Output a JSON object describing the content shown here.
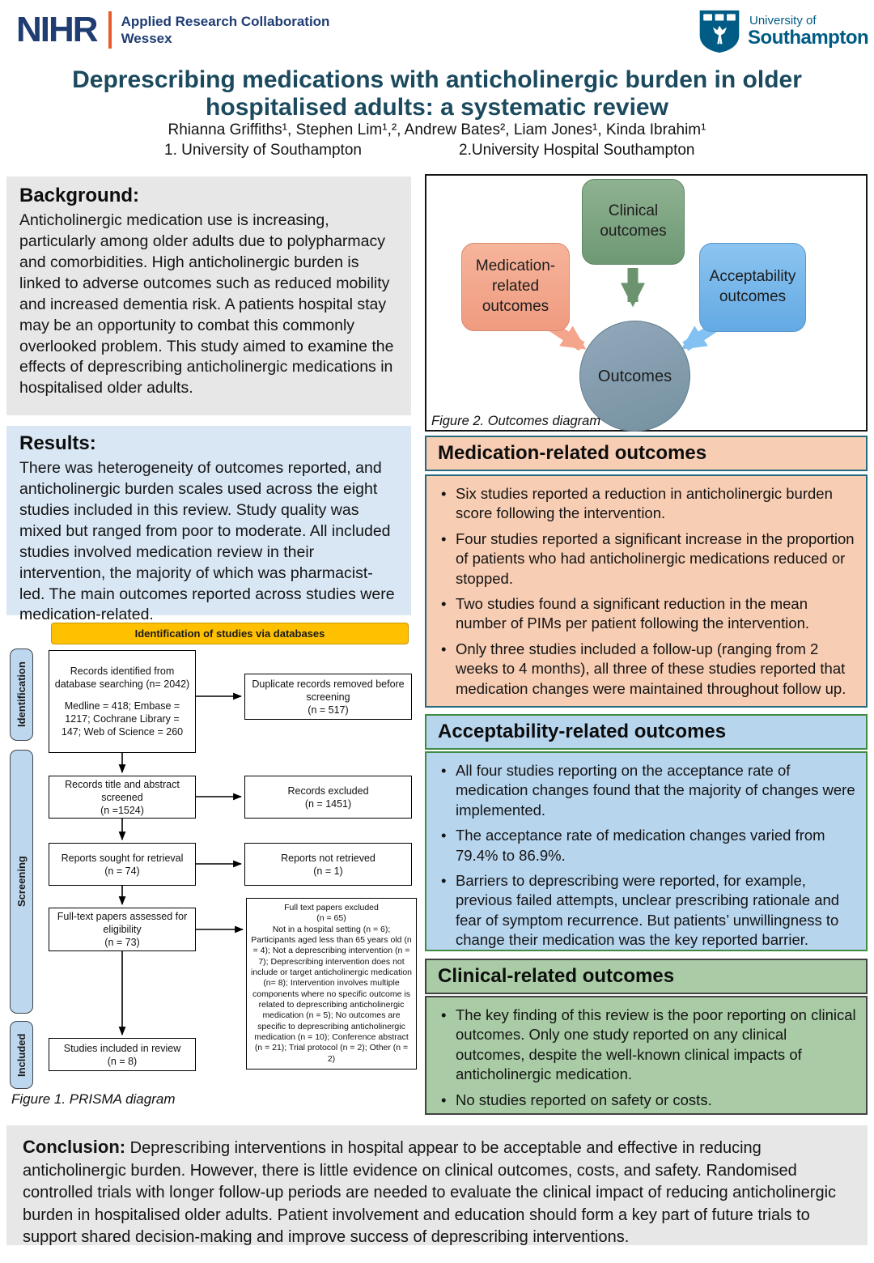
{
  "header": {
    "nihr": {
      "acronym": "NIHR",
      "line1": "Applied Research Collaboration",
      "line2": "Wessex"
    },
    "uos": {
      "line1": "University of",
      "line2": "Southampton"
    }
  },
  "title": {
    "line1": "Deprescribing medications with anticholinergic burden in older",
    "line2": "hospitalised adults: a systematic review"
  },
  "authors_line": "Rhianna Griffiths¹, Stephen Lim¹,², Andrew Bates², Liam Jones¹, Kinda Ibrahim¹",
  "affiliations": {
    "a1": "1. University of Southampton",
    "a2": "2.University Hospital Southampton"
  },
  "background": {
    "title": "Background:",
    "body": "Anticholinergic medication use is increasing, particularly among older adults due to polypharmacy and comorbidities. High anticholinergic burden is linked to adverse outcomes such as reduced mobility and increased dementia risk. A patients hospital stay may be an opportunity to combat this commonly overlooked problem. This study aimed to examine the effects of deprescribing anticholinergic medications in hospitalised older adults."
  },
  "results": {
    "title": "Results:",
    "body": "There was heterogeneity of outcomes reported, and anticholinergic burden scales used across the eight studies included in this review. Study quality was mixed but ranged from poor to moderate. All included studies involved medication review in their intervention, the majority of which was pharmacist-led. The main outcomes reported across studies were medication-related."
  },
  "figure2": {
    "caption": "Figure 2. Outcomes diagram",
    "nodes": {
      "clinical": "Clinical outcomes",
      "medication": "Medication-related outcomes",
      "acceptability": "Acceptability outcomes",
      "center": "Outcomes"
    }
  },
  "prisma": {
    "banner": "Identification of studies via databases",
    "caption": "Figure 1. PRISMA diagram",
    "stages": [
      "Identification",
      "Screening",
      "Included"
    ],
    "boxes": {
      "identified_main": "Records identified from database searching (n= 2042)",
      "identified_detail": "Medline = 418; Embase = 1217; Cochrane Library = 147; Web of Science = 260",
      "duplicates": "Duplicate records removed before screening\n(n = 517)",
      "screened": "Records title and abstract screened\n(n =1524)",
      "records_excluded": "Records excluded\n(n = 1451)",
      "retrieval": "Reports sought for retrieval\n(n = 74)",
      "not_retrieved": "Reports not retrieved\n(n = 1)",
      "eligibility": "Full-text papers assessed for eligibility\n(n = 73)",
      "fulltext_excluded": "Full text papers excluded\n(n = 65)\nNot in a hospital setting (n = 6); Participants aged less than 65 years old (n = 4); Not a deprescribing intervention (n = 7); Deprescribing intervention does not include or target anticholinergic medication (n= 8); Intervention involves multiple components where no specific outcome is related to deprescribing anticholinergic medication (n = 5); No outcomes are specific to deprescribing anticholinergic medication (n = 10); Conference abstract (n = 21); Trial protocol (n = 2); Other (n = 2)",
      "included": "Studies included in review\n(n = 8)"
    }
  },
  "sections": {
    "medication": {
      "title": "Medication-related outcomes",
      "bullets": [
        "Six studies reported a reduction in anticholinergic burden score following the intervention.",
        "Four studies reported a significant increase in the proportion of patients who had anticholinergic medications reduced or stopped.",
        "Two studies found a significant reduction in the mean number of PIMs per patient following the intervention.",
        "Only three studies included a follow-up (ranging from 2 weeks to 4 months), all three of these studies reported that medication changes were maintained throughout follow up."
      ]
    },
    "acceptability": {
      "title": "Acceptability-related outcomes",
      "bullets": [
        "All four studies reporting on the acceptance rate of medication changes found that the majority of changes were implemented.",
        "The acceptance rate of medication changes varied from 79.4% to 86.9%.",
        "Barriers to deprescribing were reported, for example, previous failed attempts, unclear prescribing rationale and fear of symptom recurrence. But patients’ unwillingness to change their medication was the key reported barrier."
      ]
    },
    "clinical": {
      "title": "Clinical-related outcomes",
      "bullets": [
        "The key finding of this review is the poor reporting on clinical outcomes. Only one study reported on any clinical outcomes, despite the well-known clinical impacts of anticholinergic medication.",
        "No studies reported on safety or costs."
      ]
    }
  },
  "conclusion": {
    "label": "Conclusion:",
    "body": "Deprescribing interventions in hospital appear to be acceptable and effective in reducing anticholinergic burden. However, there is little evidence on clinical outcomes, costs, and safety. Randomised controlled trials with longer follow-up periods are needed to evaluate the clinical impact of reducing anticholinergic burden in hospitalised older adults. Patient involvement and education should form a key part of future trials to support shared decision-making and improve success of deprescribing interventions."
  },
  "colors": {
    "nihr_navy": "#1F3C73",
    "nihr_orange": "#EA5B2B",
    "uos_teal": "#005C84",
    "title_teal": "#1B4A5E",
    "background_gray": "#E8E7E7",
    "results_blue": "#D9E7F4",
    "medication_fill": "#F7CDB3",
    "medication_border": "#256B80",
    "acceptability_fill": "#B8D5EE",
    "acceptability_border": "#418A41",
    "clinical_fill": "#A9CBA5",
    "clinical_border": "#424242",
    "prisma_banner_gold": "#FFC000",
    "prisma_stage_blue": "#BDD7EE",
    "fig2_green": "#7EA383",
    "fig2_salmon": "#F2A991",
    "fig2_blue": "#74B5EC",
    "fig2_circle": "#84A0B8"
  }
}
